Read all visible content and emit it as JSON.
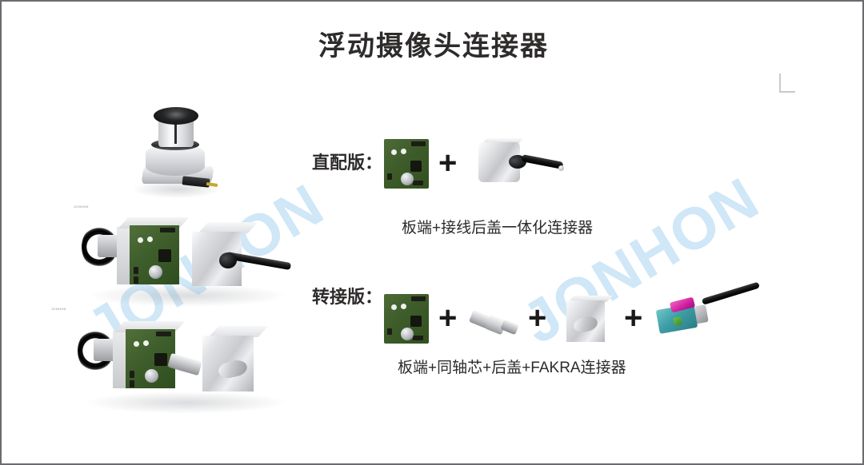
{
  "slide": {
    "title": "浮动摄像头连接器",
    "background_color": "#ffffff",
    "border_color": "#6b6b70",
    "title_color": "#2e2b2b"
  },
  "watermarks": [
    {
      "text": "JONHON",
      "color": "#cfe7f7"
    },
    {
      "text": "JONHON",
      "color": "#cfe7f7"
    }
  ],
  "rows": [
    {
      "label": "直配版：",
      "caption": "板端+接线后盖一体化连接器",
      "operators": [
        "+"
      ],
      "parts": [
        {
          "name": "板端",
          "art": "green-pcb"
        },
        {
          "name": "接线后盖一体化连接器",
          "art": "metal-connector-with-cable"
        }
      ]
    },
    {
      "label": "转接版：",
      "caption": "板端+同轴芯+后盖+FAKRA连接器",
      "operators": [
        "+",
        "+",
        "+"
      ],
      "parts": [
        {
          "name": "板端",
          "art": "green-pcb"
        },
        {
          "name": "同轴芯",
          "art": "coax-core"
        },
        {
          "name": "后盖",
          "art": "metal-back-cover"
        },
        {
          "name": "FAKRA连接器",
          "art": "fakra-connector"
        }
      ]
    }
  ],
  "renderings": [
    {
      "name": "floating-camera-connector-cylindrical",
      "code": "JONHON"
    },
    {
      "name": "camera-module-exploded-direct",
      "code": "JONHON"
    },
    {
      "name": "camera-module-exploded-adapter",
      "code": "JONHON"
    }
  ],
  "part_codes": [
    "JONHON",
    "JONHON"
  ],
  "colors": {
    "pcb_green": "#3f5f2c",
    "fakra_teal": "#3e9ea6",
    "fakra_magenta": "#cf1fa0",
    "metal_grey": "#c4c6ca",
    "cable_black": "#111111",
    "watermark_blue": "#cfe7f7"
  }
}
